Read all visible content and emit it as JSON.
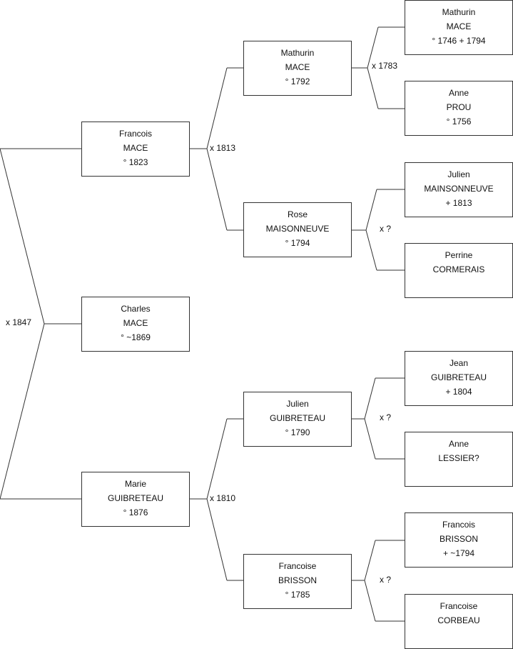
{
  "persons": {
    "mathurin_mace_1746": {
      "line1": "Mathurin",
      "line2": "MACE",
      "line3": "° 1746 + 1794"
    },
    "anne_prou": {
      "line1": "Anne",
      "line2": "PROU",
      "line3": "° 1756"
    },
    "julien_mainsonneuve": {
      "line1": "Julien",
      "line2": "MAINSONNEUVE",
      "line3": "+ 1813"
    },
    "perrine_cormerais": {
      "line1": "Perrine",
      "line2": "CORMERAIS",
      "line3": ""
    },
    "jean_guibreteau": {
      "line1": "Jean",
      "line2": "GUIBRETEAU",
      "line3": "+ 1804"
    },
    "anne_lessier": {
      "line1": "Anne",
      "line2": "LESSIER?",
      "line3": ""
    },
    "francois_brisson": {
      "line1": "Francois",
      "line2": "BRISSON",
      "line3": "+ ~1794"
    },
    "francoise_corbeau": {
      "line1": "Francoise",
      "line2": "CORBEAU",
      "line3": ""
    },
    "mathurin_mace_1792": {
      "line1": "Mathurin",
      "line2": "MACE",
      "line3": "° 1792"
    },
    "rose_maisonneuve": {
      "line1": "Rose",
      "line2": "MAISONNEUVE",
      "line3": "° 1794"
    },
    "julien_guibreteau": {
      "line1": "Julien",
      "line2": "GUIBRETEAU",
      "line3": "° 1790"
    },
    "francoise_brisson": {
      "line1": "Francoise",
      "line2": "BRISSON",
      "line3": "° 1785"
    },
    "francois_mace": {
      "line1": "Francois",
      "line2": "MACE",
      "line3": "° 1823"
    },
    "marie_guibreteau": {
      "line1": "Marie",
      "line2": "GUIBRETEAU",
      "line3": "° 1876"
    },
    "charles_mace": {
      "line1": "Charles",
      "line2": "MACE",
      "line3": "° ~1869"
    }
  },
  "marriages": {
    "m_1783": "x 1783",
    "m_mainsonneuve": "x ?",
    "m_guibreteau_lessier": "x ?",
    "m_brisson_corbeau": "x ?",
    "m_1813": "x 1813",
    "m_1810": "x 1810",
    "m_1847": "x 1847"
  }
}
